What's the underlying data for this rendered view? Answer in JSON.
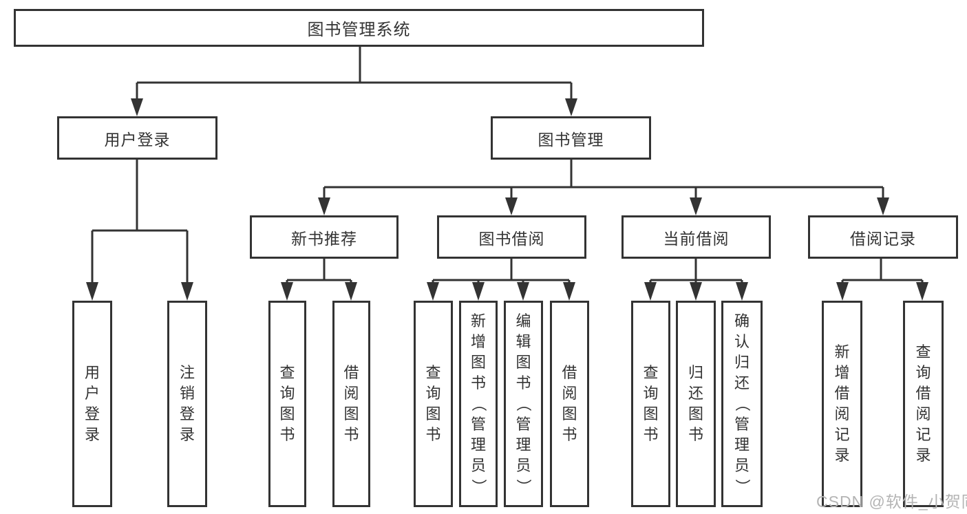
{
  "tree": {
    "root": "图书管理系统",
    "branches": [
      {
        "label": "用户登录",
        "leaves": [
          "用户登录",
          "注销登录"
        ]
      },
      {
        "label": "图书管理",
        "groups": [
          {
            "label": "新书推荐",
            "leaves": [
              "查询图书",
              "借阅图书"
            ]
          },
          {
            "label": "图书借阅",
            "leaves": [
              "查询图书",
              "新增图书（管理员）",
              "编辑图书（管理员）",
              "借阅图书"
            ]
          },
          {
            "label": "当前借阅",
            "leaves": [
              "查询图书",
              "归还图书",
              "确认归还（管理员）"
            ]
          },
          {
            "label": "借阅记录",
            "leaves": [
              "新增借阅记录",
              "查询借阅记录"
            ]
          }
        ]
      }
    ]
  },
  "watermark": "CSDN @软件_小贺同学",
  "colors": {
    "line": "#333333",
    "box_border": "#333333",
    "text": "#333333",
    "watermark": "#b4b4b4",
    "background": "#ffffff"
  }
}
